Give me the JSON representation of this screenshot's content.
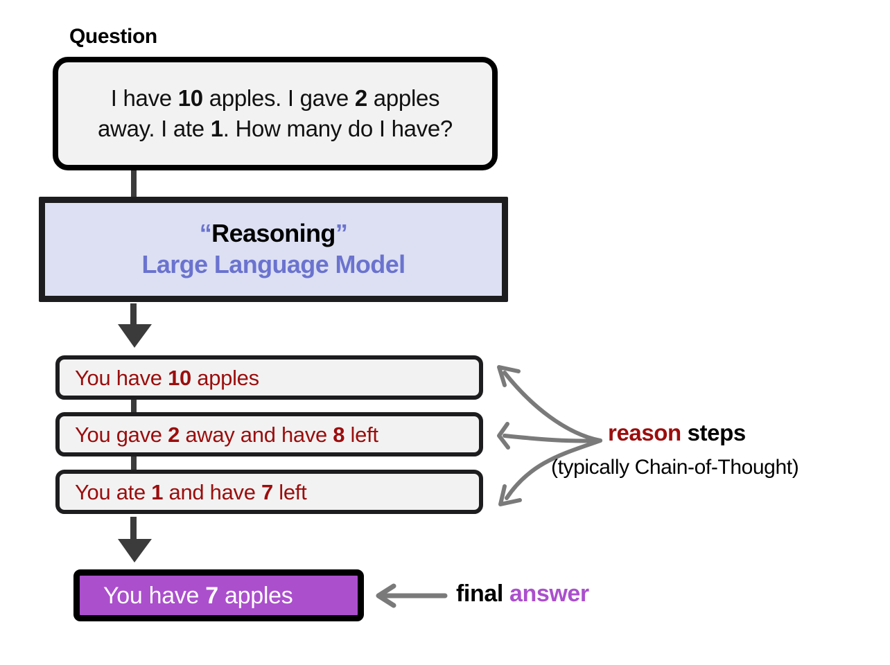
{
  "diagram": {
    "title_label": "Question",
    "question": {
      "line1_pre": "I have ",
      "line1_n1": "10",
      "line1_mid": " apples. I gave ",
      "line1_n2": "2",
      "line1_post": " apples",
      "line2_pre": "away. I ate ",
      "line2_n1": "1",
      "line2_post": ". How many do I have?"
    },
    "model": {
      "quote_open": "“",
      "title": "Reasoning",
      "quote_close": "”",
      "subtitle": "Large Language Model"
    },
    "steps": [
      {
        "pre": "You have ",
        "num": "10",
        "post": " apples"
      },
      {
        "pre": "You gave ",
        "num": "2",
        "mid": " away and have ",
        "num2": "8",
        "post": " left"
      },
      {
        "pre": "You ate ",
        "num": "1",
        "mid": " and have ",
        "num2": "7",
        "post": " left"
      }
    ],
    "reason_annotation": {
      "keyword": "reason",
      "rest": " steps",
      "subtitle": "(typically Chain-of-Thought)"
    },
    "answer": {
      "pre": "You have ",
      "num": "7",
      "post": " apples",
      "label_plain": "final ",
      "label_keyword": "answer"
    },
    "colors": {
      "step_text": "#9b0d0d",
      "model_accent": "#6b73cf",
      "model_fill": "#dce0f2",
      "answer_fill": "#ab4fcd",
      "box_fill": "#f2f2f2",
      "outline": "#000000",
      "arrow_dark": "#3b3b3b",
      "arrow_gray": "#7a7a7a"
    }
  }
}
